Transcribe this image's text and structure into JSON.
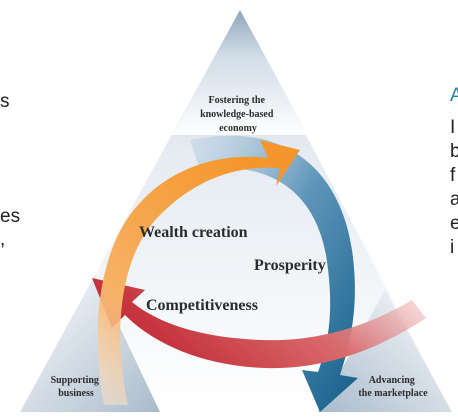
{
  "colors": {
    "orange": "#f59a3a",
    "blue": "#1e6f99",
    "red": "#c8363e",
    "heading": "#1f86a4"
  },
  "diagram": {
    "corners": {
      "top": [
        "Fostering the",
        "knowledge-based",
        "economy"
      ],
      "left": [
        "Supporting",
        "business"
      ],
      "right": [
        "Advancing",
        "the marketplace"
      ]
    },
    "arrows": {
      "orange": "Wealth creation",
      "blue": "Prosperity",
      "red": "Competitiveness"
    }
  },
  "left_text_fragments": [
    "s",
    "es",
    ","
  ],
  "right_text_fragments": {
    "heading": "A",
    "lines": [
      "I",
      "b",
      "f",
      "a",
      "e",
      "i"
    ]
  }
}
